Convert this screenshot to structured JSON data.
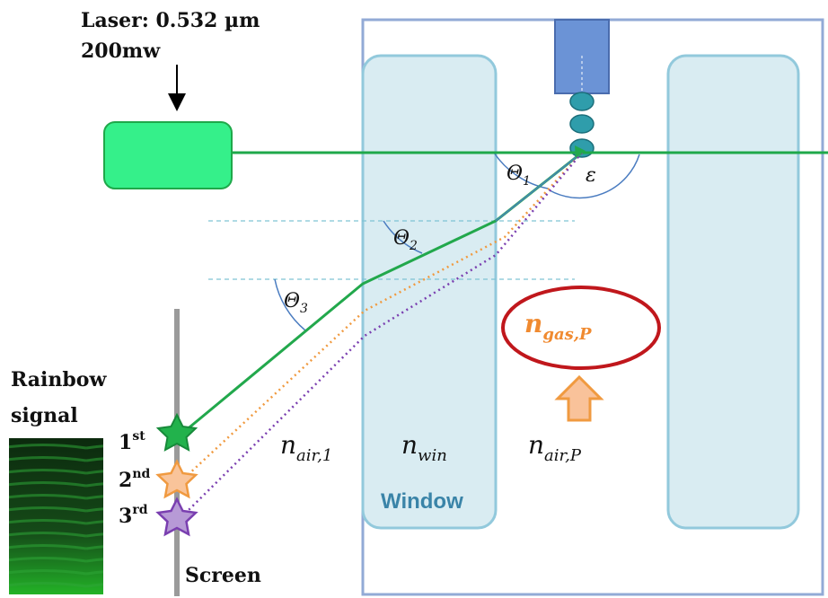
{
  "laser": {
    "title_line1": "Laser: 0.532 µm",
    "title_line2": "200mw",
    "beam_color": "#1fa84a",
    "body_color": "#35f08a"
  },
  "rainbow": {
    "label_line1": "Rainbow",
    "label_line2": "signal"
  },
  "screen": {
    "label": "Screen"
  },
  "orders": [
    {
      "num": "1",
      "sup": "st",
      "color": "#22b24c"
    },
    {
      "num": "2",
      "sup": "nd",
      "color": "#f0a86a"
    },
    {
      "num": "3",
      "sup": "rd",
      "color": "#9060c0"
    }
  ],
  "media": {
    "air1": {
      "base": "n",
      "sub": "air,1"
    },
    "win": {
      "base": "n",
      "sub": "win"
    },
    "airP": {
      "base": "n",
      "sub": "air,P"
    },
    "gas": {
      "base": "n",
      "sub": "gas,P"
    }
  },
  "window": {
    "label": "Window",
    "fill": "#d9ecf2",
    "stroke": "#92c9dc"
  },
  "angles": {
    "theta1": {
      "base": "Θ",
      "sub": "1"
    },
    "theta2": {
      "base": "Θ",
      "sub": "2"
    },
    "theta3": {
      "base": "Θ",
      "sub": "3"
    },
    "epsilon": "ε"
  },
  "colors": {
    "ray_first": "#22a84c",
    "ray_second": "#f09a40",
    "ray_third": "#7a3fb0",
    "gas_ellipse": "#c0171c",
    "gas_text": "#f08a30",
    "arrow": "#f5a76a",
    "nozzle": "#6b93d6",
    "chamber": "#92aad6"
  }
}
